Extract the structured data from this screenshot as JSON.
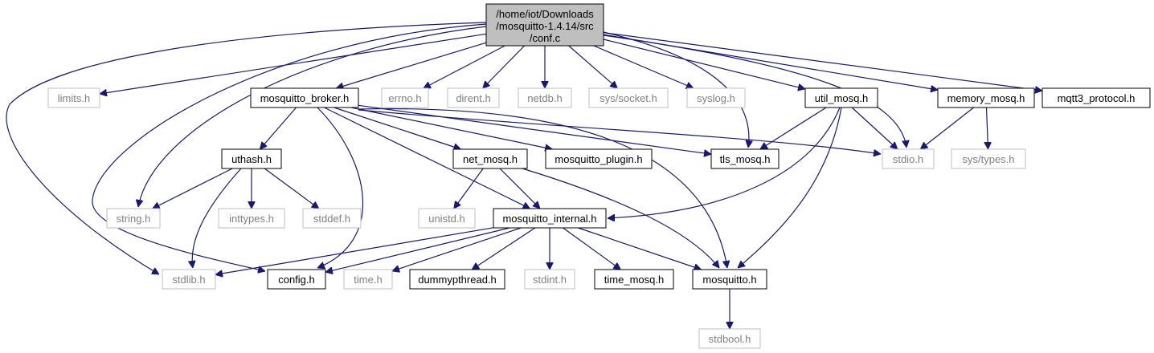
{
  "root": {
    "lines": [
      "/home/iot/Downloads",
      "/mosquitto-1.4.14/src",
      "/conf.c"
    ]
  },
  "nodes": [
    {
      "id": "limits",
      "label": "limits.h",
      "external": true
    },
    {
      "id": "mosquitto_broker",
      "label": "mosquitto_broker.h",
      "external": false
    },
    {
      "id": "errno",
      "label": "errno.h",
      "external": true
    },
    {
      "id": "dirent",
      "label": "dirent.h",
      "external": true
    },
    {
      "id": "netdb",
      "label": "netdb.h",
      "external": true
    },
    {
      "id": "sys_socket",
      "label": "sys/socket.h",
      "external": true
    },
    {
      "id": "syslog",
      "label": "syslog.h",
      "external": true
    },
    {
      "id": "util_mosq",
      "label": "util_mosq.h",
      "external": false
    },
    {
      "id": "memory_mosq",
      "label": "memory_mosq.h",
      "external": false
    },
    {
      "id": "mqtt3_protocol",
      "label": "mqtt3_protocol.h",
      "external": false
    },
    {
      "id": "uthash",
      "label": "uthash.h",
      "external": false
    },
    {
      "id": "net_mosq",
      "label": "net_mosq.h",
      "external": false
    },
    {
      "id": "mosquitto_plugin",
      "label": "mosquitto_plugin.h",
      "external": false
    },
    {
      "id": "tls_mosq",
      "label": "tls_mosq.h",
      "external": false
    },
    {
      "id": "stdio",
      "label": "stdio.h",
      "external": true
    },
    {
      "id": "sys_types",
      "label": "sys/types.h",
      "external": true
    },
    {
      "id": "string",
      "label": "string.h",
      "external": true
    },
    {
      "id": "inttypes",
      "label": "inttypes.h",
      "external": true
    },
    {
      "id": "stddef",
      "label": "stddef.h",
      "external": true
    },
    {
      "id": "unistd",
      "label": "unistd.h",
      "external": true
    },
    {
      "id": "mosquitto_internal",
      "label": "mosquitto_internal.h",
      "external": false
    },
    {
      "id": "stdlib",
      "label": "stdlib.h",
      "external": true
    },
    {
      "id": "config",
      "label": "config.h",
      "external": false
    },
    {
      "id": "time",
      "label": "time.h",
      "external": true
    },
    {
      "id": "dummypthread",
      "label": "dummypthread.h",
      "external": false
    },
    {
      "id": "stdint",
      "label": "stdint.h",
      "external": true
    },
    {
      "id": "time_mosq",
      "label": "time_mosq.h",
      "external": false
    },
    {
      "id": "mosquitto",
      "label": "mosquitto.h",
      "external": false
    },
    {
      "id": "stdbool",
      "label": "stdbool.h",
      "external": true
    }
  ],
  "edges": [
    [
      "root",
      "limits"
    ],
    [
      "root",
      "mosquitto_broker"
    ],
    [
      "root",
      "errno"
    ],
    [
      "root",
      "dirent"
    ],
    [
      "root",
      "netdb"
    ],
    [
      "root",
      "sys_socket"
    ],
    [
      "root",
      "syslog"
    ],
    [
      "root",
      "util_mosq"
    ],
    [
      "root",
      "memory_mosq"
    ],
    [
      "root",
      "mqtt3_protocol"
    ],
    [
      "root",
      "stdio"
    ],
    [
      "root",
      "tls_mosq"
    ],
    [
      "root",
      "string"
    ],
    [
      "root",
      "stdlib"
    ],
    [
      "root",
      "config"
    ],
    [
      "mosquitto_broker",
      "uthash"
    ],
    [
      "mosquitto_broker",
      "net_mosq"
    ],
    [
      "mosquitto_broker",
      "mosquitto_plugin"
    ],
    [
      "mosquitto_broker",
      "tls_mosq"
    ],
    [
      "mosquitto_broker",
      "stdio"
    ],
    [
      "mosquitto_broker",
      "mosquitto_internal"
    ],
    [
      "mosquitto_broker",
      "config"
    ],
    [
      "mosquitto_broker",
      "mosquitto"
    ],
    [
      "util_mosq",
      "tls_mosq"
    ],
    [
      "util_mosq",
      "stdio"
    ],
    [
      "util_mosq",
      "mosquitto_internal"
    ],
    [
      "util_mosq",
      "mosquitto"
    ],
    [
      "memory_mosq",
      "stdio"
    ],
    [
      "memory_mosq",
      "sys_types"
    ],
    [
      "uthash",
      "string"
    ],
    [
      "uthash",
      "inttypes"
    ],
    [
      "uthash",
      "stddef"
    ],
    [
      "uthash",
      "stdlib"
    ],
    [
      "net_mosq",
      "unistd"
    ],
    [
      "net_mosq",
      "mosquitto_internal"
    ],
    [
      "net_mosq",
      "mosquitto"
    ],
    [
      "mosquitto_internal",
      "stdlib"
    ],
    [
      "mosquitto_internal",
      "config"
    ],
    [
      "mosquitto_internal",
      "time"
    ],
    [
      "mosquitto_internal",
      "dummypthread"
    ],
    [
      "mosquitto_internal",
      "stdint"
    ],
    [
      "mosquitto_internal",
      "time_mosq"
    ],
    [
      "mosquitto_internal",
      "mosquitto"
    ],
    [
      "mosquitto",
      "stdbool"
    ]
  ],
  "colors": {
    "edge": "#191970",
    "root_fill": "#bfbfbf",
    "node_border": "#000000",
    "external_border": "#bfbfbf",
    "external_text": "#808080"
  }
}
